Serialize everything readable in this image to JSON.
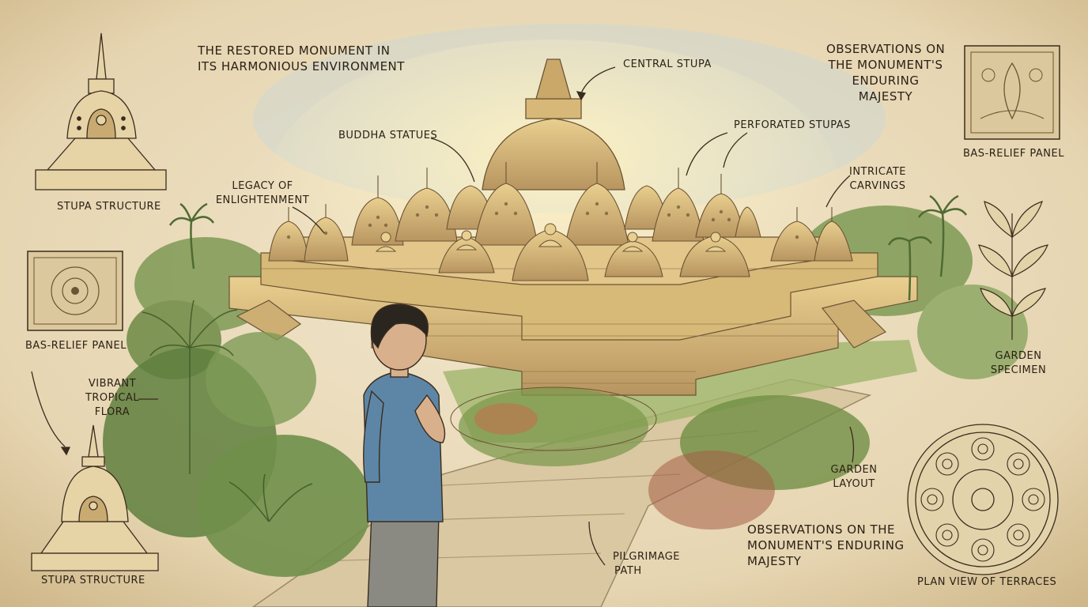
{
  "labels": {
    "restored_1": "THE RESTORED MONUMENT IN",
    "restored_2": "ITS HARMONIOUS ENVIRONMENT",
    "central_stupa": "CENTRAL STUPA",
    "obs_top_1": "OBSERVATIONS ON",
    "obs_top_2": "THE MONUMENT'S",
    "obs_top_3": "ENDURING",
    "obs_top_4": "MAJESTY",
    "bas_relief_top": "BAS-RELIEF PANEL",
    "buddha_statues": "BUDDHA STATUES",
    "perforated_stupas": "PERFORATED STUPAS",
    "legacy_1": "LEGACY OF",
    "legacy_2": "ENLIGHTENMENT",
    "intricate_1": "INTRICATE",
    "intricate_2": "CARVINGS",
    "stupa_structure_top": "STUPA STRUCTURE",
    "bas_relief_left": "BAS-RELIEF PANEL",
    "flora_1": "VIBRANT",
    "flora_2": "TROPICAL",
    "flora_3": "FLORA",
    "garden_specimen_1": "GARDEN",
    "garden_specimen_2": "SPECIMEN",
    "garden_layout_1": "GARDEN",
    "garden_layout_2": "LAYOUT",
    "obs_bottom_1": "OBSERVATIONS ON THE",
    "obs_bottom_2": "MONUMENT'S ENDURING",
    "obs_bottom_3": "MAJESTY",
    "pilgrimage_1": "PILGRIMAGE",
    "pilgrimage_2": "PATH",
    "stupa_structure_bottom": "STUPA STRUCTURE",
    "plan_view": "PLAN VIEW OF TERRACES"
  },
  "colors": {
    "paper": "#e9dcbf",
    "ink": "#2b2116",
    "stone": "#d8b878",
    "stone_shade": "#a98a55",
    "foliage": "#6f8f4a",
    "shirt": "#5d86a6",
    "sky": "#c9d7d8"
  }
}
